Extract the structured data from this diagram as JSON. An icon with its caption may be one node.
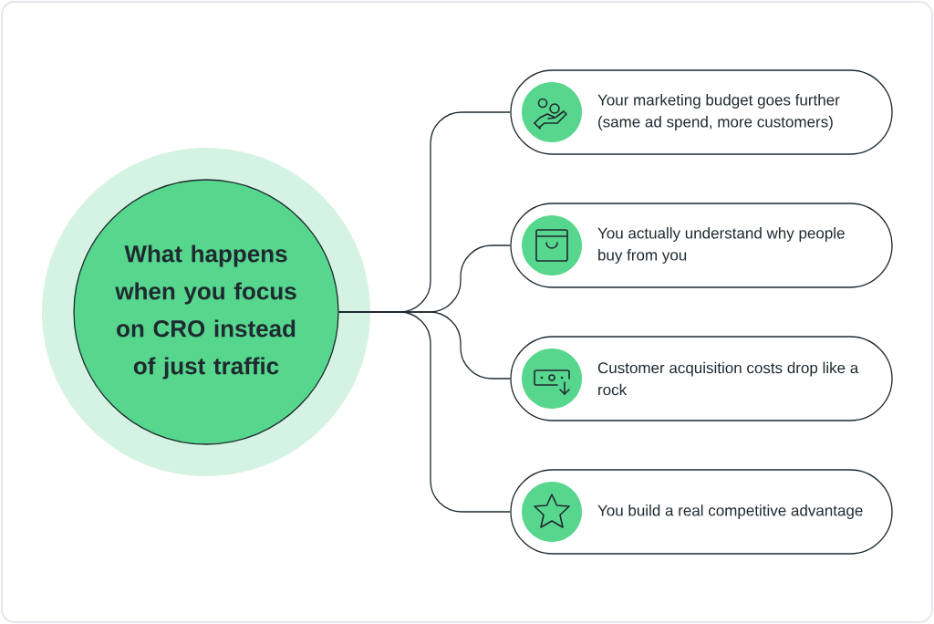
{
  "diagram": {
    "nodes": [
      {
        "text": [
          "What happens when you focus on CRO instead of just traffic"
        ]
      },
      {
        "text": [
          "Your marketing budget goes further (same ad spend, more customers)"
        ]
      },
      {
        "text": [
          "You actually understand why people buy from you"
        ]
      },
      {
        "text": [
          "Customer acquisition costs drop like a rock"
        ]
      },
      {
        "text": [
          "You build a real competitive advantage"
        ]
      }
    ],
    "edges": [
      {
        "from": 0,
        "to": 1,
        "arrow": "none"
      },
      {
        "from": 0,
        "to": 2,
        "arrow": "none"
      },
      {
        "from": 0,
        "to": 3,
        "arrow": "none"
      },
      {
        "from": 0,
        "to": 4,
        "arrow": "none"
      }
    ]
  }
}
